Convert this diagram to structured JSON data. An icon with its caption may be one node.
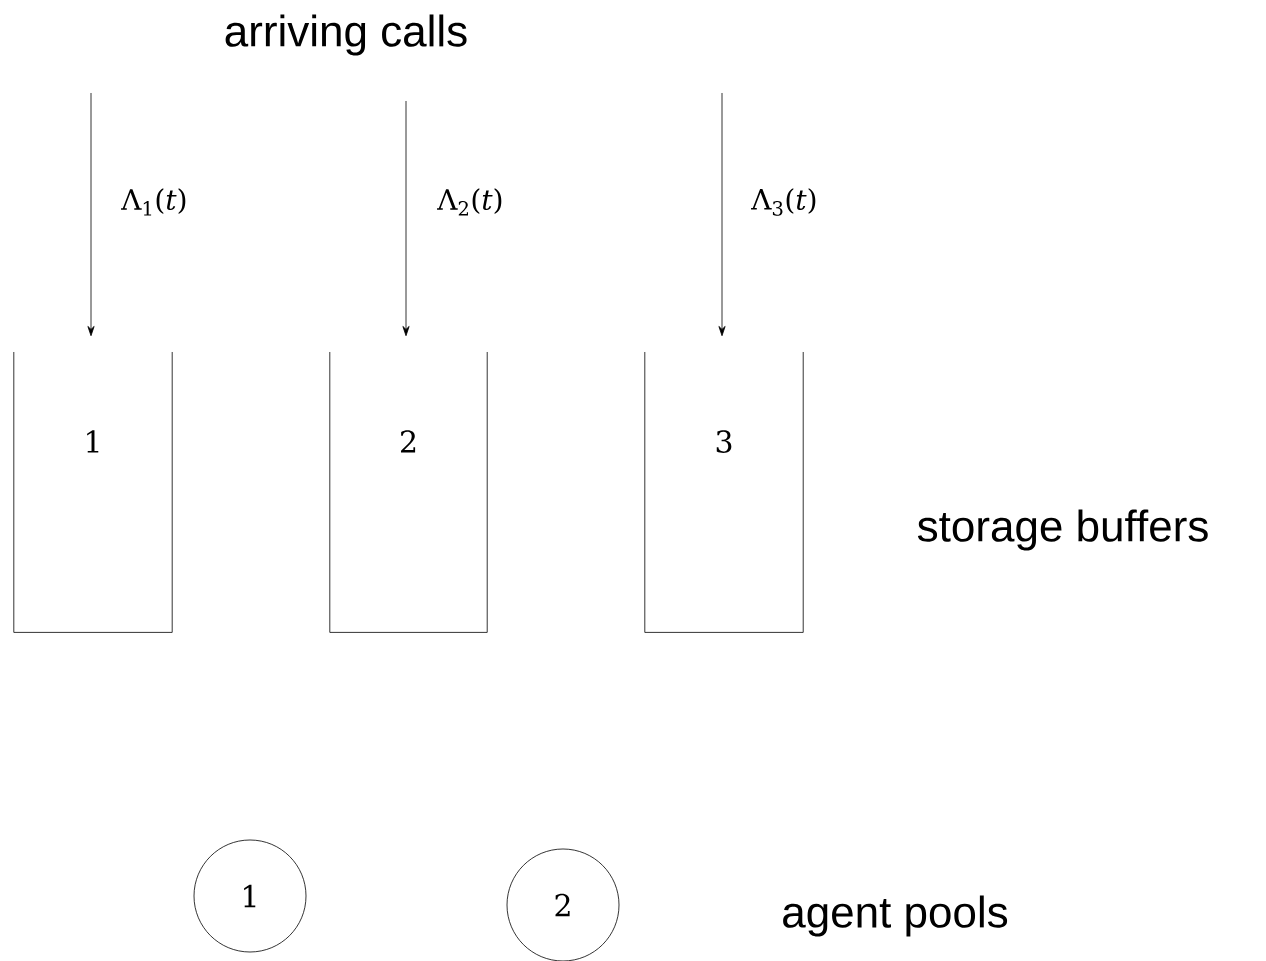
{
  "diagram": {
    "nodes": [
      {
        "text": [
          "1"
        ]
      },
      {
        "text": [
          "2"
        ]
      },
      {
        "text": [
          "3"
        ]
      },
      {
        "text": [
          "1"
        ]
      },
      {
        "text": [
          "2"
        ]
      }
    ],
    "edges": [
      {
        "from": null,
        "to": 0,
        "arrow": "to",
        "label": "Λ$_{1}$(*t*)"
      },
      {
        "from": null,
        "to": 1,
        "arrow": "to",
        "label": "Λ$_{2}$(*t*)"
      },
      {
        "from": null,
        "to": 2,
        "arrow": "to",
        "label": "Λ$_{3}$(*t*)"
      }
    ],
    "labels": [
      "arriving calls",
      "storage buffers",
      "agent pools"
    ]
  }
}
